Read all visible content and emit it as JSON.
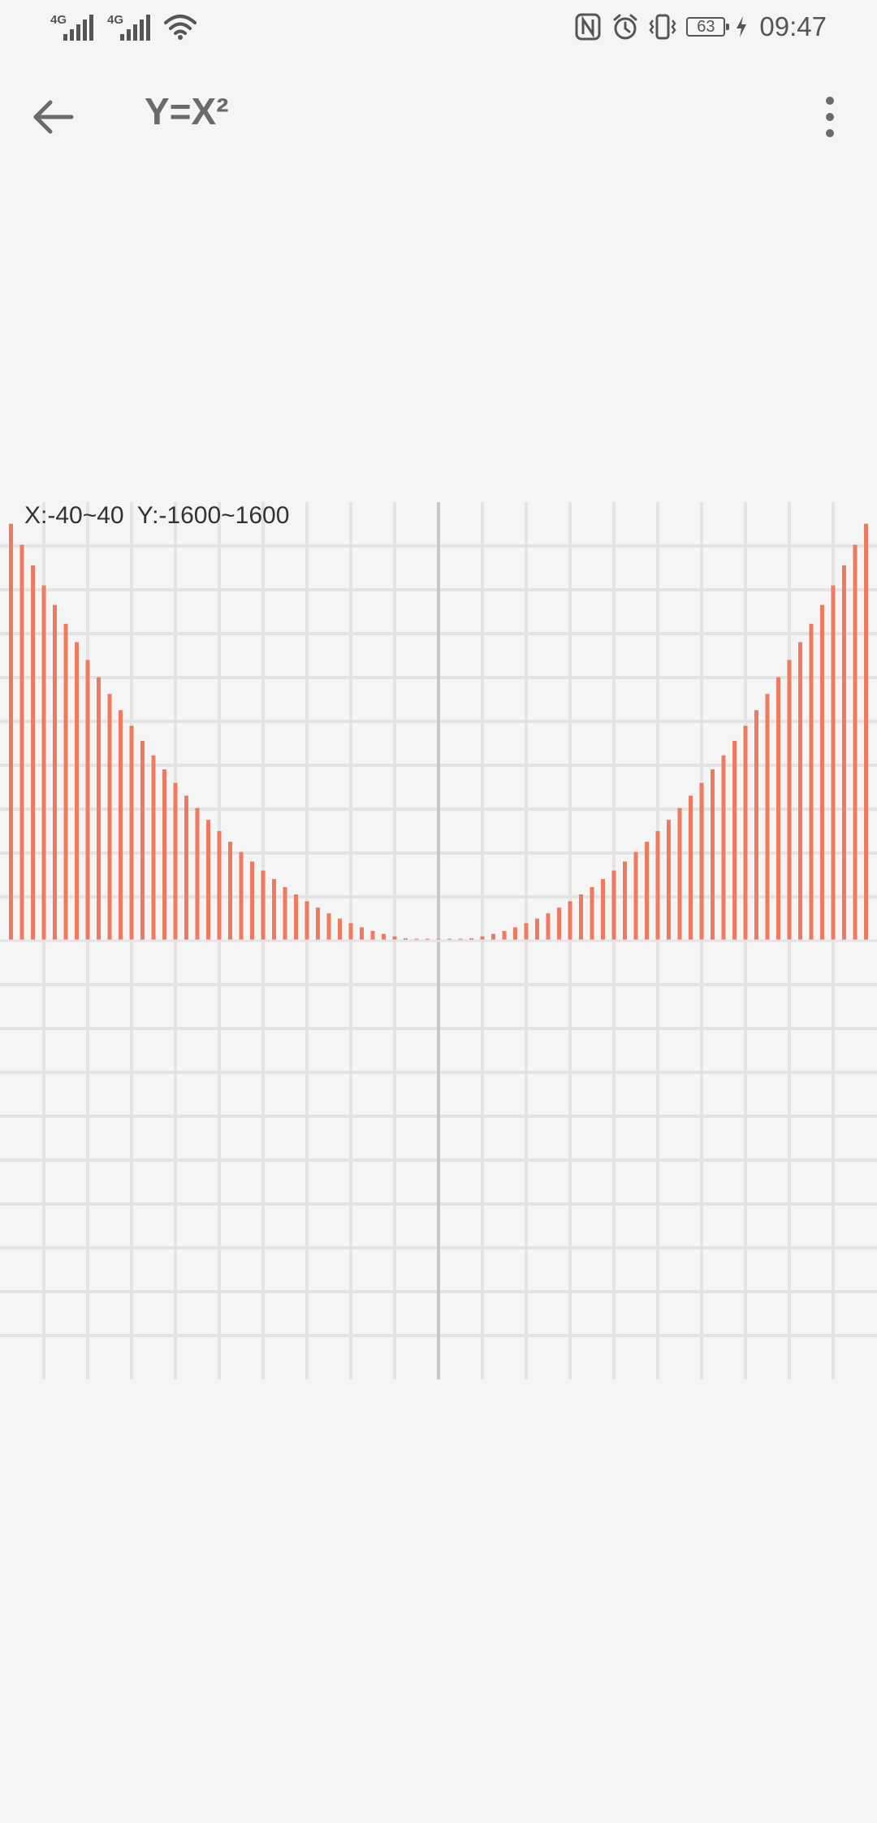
{
  "status_bar": {
    "signal_1_label": "4G",
    "signal_2_label": "4G",
    "battery_level": "63",
    "time": "09:47",
    "icons": [
      "signal-icon",
      "signal-icon",
      "wifi-icon",
      "nfc-icon",
      "alarm-icon",
      "vibrate-icon",
      "battery-icon",
      "charging-icon"
    ]
  },
  "app_bar": {
    "back_icon": "arrow-left-icon",
    "title": "Y=X²",
    "menu_icon": "more-vert-icon"
  },
  "graph": {
    "range_text": "X:-40~40  Y:-1600~1600",
    "colors": {
      "bar": "#f07a60",
      "grid": "#e4e4e4",
      "axis": "#c8c8c8"
    }
  },
  "chart_data": {
    "type": "bar",
    "function": "y = x^2",
    "x": [
      -39,
      -38,
      -37,
      -36,
      -35,
      -34,
      -33,
      -32,
      -31,
      -30,
      -29,
      -28,
      -27,
      -26,
      -25,
      -24,
      -23,
      -22,
      -21,
      -20,
      -19,
      -18,
      -17,
      -16,
      -15,
      -14,
      -13,
      -12,
      -11,
      -10,
      -9,
      -8,
      -7,
      -6,
      -5,
      -4,
      -3,
      -2,
      -1,
      0,
      1,
      2,
      3,
      4,
      5,
      6,
      7,
      8,
      9,
      10,
      11,
      12,
      13,
      14,
      15,
      16,
      17,
      18,
      19,
      20,
      21,
      22,
      23,
      24,
      25,
      26,
      27,
      28,
      29,
      30,
      31,
      32,
      33,
      34,
      35,
      36,
      37,
      38,
      39
    ],
    "values": [
      1521,
      1444,
      1369,
      1296,
      1225,
      1156,
      1089,
      1024,
      961,
      900,
      841,
      784,
      729,
      676,
      625,
      576,
      529,
      484,
      441,
      400,
      361,
      324,
      289,
      256,
      225,
      196,
      169,
      144,
      121,
      100,
      81,
      64,
      49,
      36,
      25,
      16,
      9,
      4,
      1,
      0,
      1,
      4,
      9,
      16,
      25,
      36,
      49,
      64,
      81,
      100,
      121,
      144,
      169,
      196,
      225,
      256,
      289,
      324,
      361,
      400,
      441,
      484,
      529,
      576,
      625,
      676,
      729,
      784,
      841,
      900,
      961,
      1024,
      1089,
      1156,
      1225,
      1296,
      1369,
      1444,
      1521
    ],
    "xlim": [
      -40,
      40
    ],
    "ylim": [
      -1600,
      1600
    ],
    "grid": true
  }
}
